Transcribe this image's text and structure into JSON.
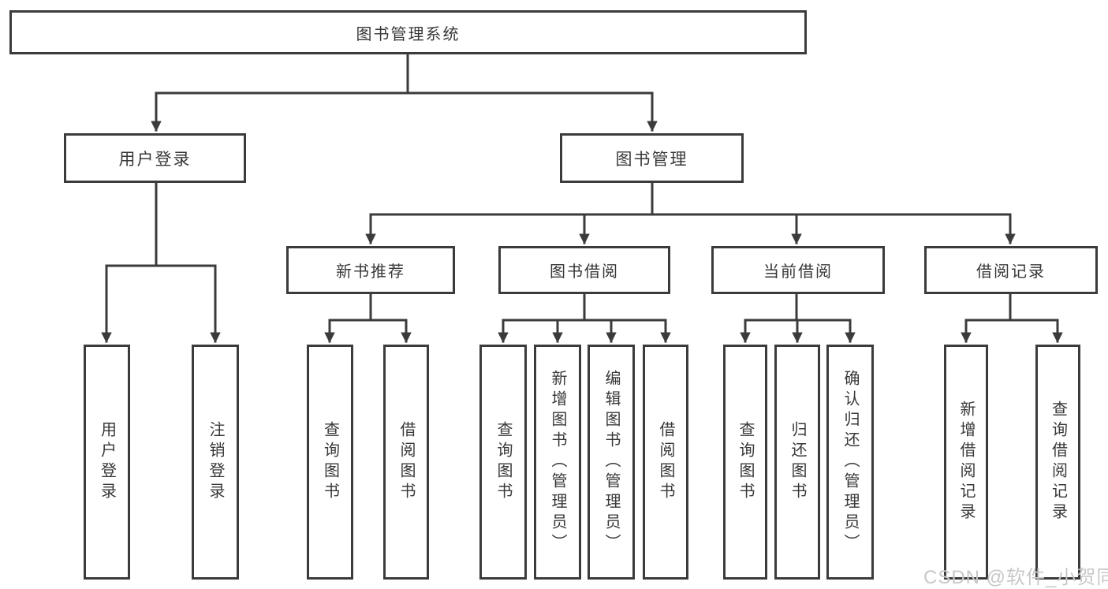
{
  "diagram": {
    "root": {
      "label": "图书管理系统"
    },
    "branches": {
      "user_login": {
        "label": "用户登录"
      },
      "book_mgmt": {
        "label": "图书管理"
      }
    },
    "modules": {
      "new_book_rec": {
        "label": "新书推荐"
      },
      "book_borrow": {
        "label": "图书借阅"
      },
      "current_borrow": {
        "label": "当前借阅"
      },
      "borrow_records": {
        "label": "借阅记录"
      }
    },
    "leaves": {
      "user_login_login": {
        "label": "用户登录"
      },
      "user_login_logout": {
        "label": "注销登录"
      },
      "nbr_query_books": {
        "label": "查询图书"
      },
      "nbr_borrow_books": {
        "label": "借阅图书"
      },
      "bb_query_books": {
        "label": "查询图书"
      },
      "bb_add_books": {
        "label": "新增图书（管理员）"
      },
      "bb_edit_books": {
        "label": "编辑图书（管理员）"
      },
      "bb_borrow_books": {
        "label": "借阅图书"
      },
      "cb_query_books": {
        "label": "查询图书"
      },
      "cb_return_books": {
        "label": "归还图书"
      },
      "cb_confirm_return": {
        "label": "确认归还（管理员）"
      },
      "br_add_record": {
        "label": "新增借阅记录"
      },
      "br_query_record": {
        "label": "查询借阅记录"
      }
    }
  },
  "watermark": {
    "text": "CSDN @软件_小贺同学"
  },
  "colors": {
    "line": "#3b3b3b",
    "text": "#383838",
    "watermark": "#c8c8c8",
    "background": "#ffffff"
  }
}
